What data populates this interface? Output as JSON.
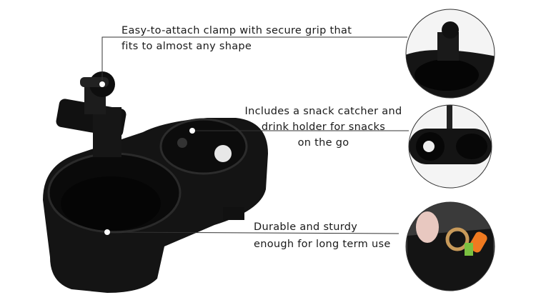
{
  "callouts": [
    {
      "lines": [
        "Easy-to-attach clamp with secure grip that",
        "fits to almost any shape"
      ]
    },
    {
      "lines": [
        "Includes a snack catcher and",
        "drink holder for snacks",
        "on the go"
      ]
    },
    {
      "lines": [
        "Durable and sturdy",
        "enough for long term use"
      ]
    }
  ],
  "colors": {
    "product": "#141414",
    "line": "#333333",
    "text": "#1a1a1a"
  }
}
